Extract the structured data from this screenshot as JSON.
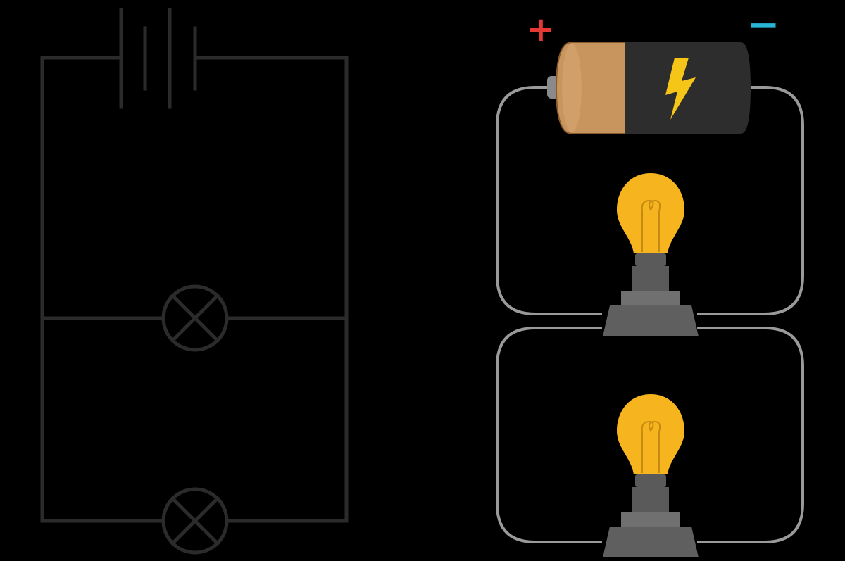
{
  "labels": {
    "positive": "+",
    "negative": "−"
  },
  "colors": {
    "background": "#000000",
    "schematic_wire": "#2b2b2b",
    "pictorial_wire": "#9a9a9a",
    "battery_cap": "#c8955f",
    "battery_body": "#2d2d2d",
    "battery_terminal": "#8a8a8a",
    "bolt": "#f5c518",
    "positive": "#e53935",
    "negative": "#29b6d6",
    "bulb_glass": "#f6b51e",
    "bulb_socket": "#5a5a5a",
    "bulb_base": "#666666"
  },
  "schematic": {
    "components": [
      "cell",
      "lamp",
      "lamp"
    ],
    "lamp_icon": "cross-circle-lamp-icon",
    "cell_icon": "cell-symbol-icon"
  },
  "pictorial": {
    "components": [
      "battery",
      "bulb",
      "bulb"
    ],
    "battery_icon": "lightning-bolt-icon",
    "bulb_icon": "light-bulb-icon"
  }
}
